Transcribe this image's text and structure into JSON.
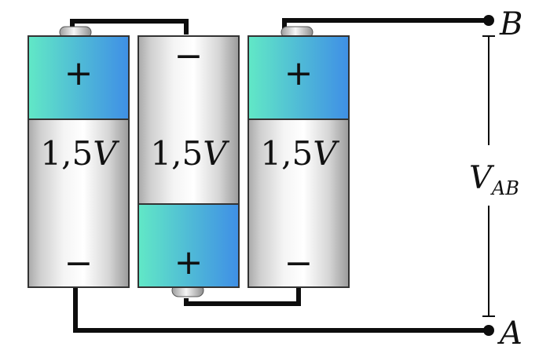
{
  "batteries": [
    {
      "voltage_number": "1,5",
      "voltage_unit": "V",
      "top_sign": "+",
      "bottom_sign": "−"
    },
    {
      "voltage_number": "1,5",
      "voltage_unit": "V",
      "top_sign": "−",
      "bottom_sign": "+"
    },
    {
      "voltage_number": "1,5",
      "voltage_unit": "V",
      "top_sign": "+",
      "bottom_sign": "−"
    }
  ],
  "terminals": {
    "top": "B",
    "bottom": "A"
  },
  "measurement": {
    "symbol": "V",
    "subscript": "AB"
  },
  "colors": {
    "wire": "#0d0d0d",
    "cap_gradient_start": "#61e8c6",
    "cap_gradient_end": "#3f8fe6",
    "body_light": "#f3f3f3",
    "body_dark": "#9c9c9c"
  }
}
